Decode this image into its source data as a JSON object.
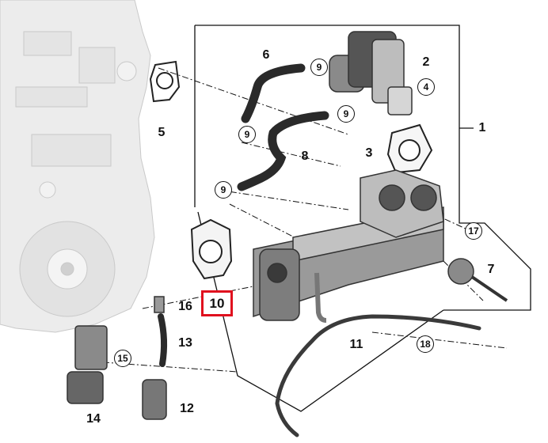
{
  "callouts": {
    "p1": "1",
    "p2": "2",
    "p3": "3",
    "p4": "4",
    "p5": "5",
    "p6": "6",
    "p7": "7",
    "p8": "8",
    "p9a": "9",
    "p9b": "9",
    "p9c": "9",
    "p9d": "9",
    "p10": "10",
    "p11": "11",
    "p12": "12",
    "p13": "13",
    "p14": "14",
    "p15": "15",
    "p16": "16",
    "p17": "17",
    "p18": "18"
  },
  "highlight_color": "#e0101e"
}
